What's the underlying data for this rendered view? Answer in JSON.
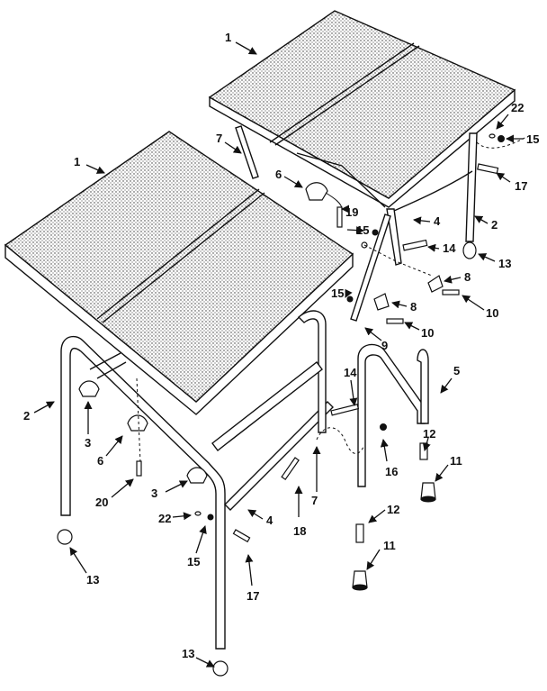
{
  "callouts": [
    {
      "id": "c1a",
      "text": "1"
    },
    {
      "id": "c1b",
      "text": "1"
    },
    {
      "id": "c7a",
      "text": "7"
    },
    {
      "id": "c6a",
      "text": "6"
    },
    {
      "id": "c19",
      "text": "19"
    },
    {
      "id": "c22a",
      "text": "22"
    },
    {
      "id": "c15a",
      "text": "15"
    },
    {
      "id": "c17a",
      "text": "17"
    },
    {
      "id": "c2a",
      "text": "2"
    },
    {
      "id": "c4a",
      "text": "4"
    },
    {
      "id": "c15b",
      "text": "15"
    },
    {
      "id": "c14a",
      "text": "14"
    },
    {
      "id": "c13a",
      "text": "13"
    },
    {
      "id": "c8a",
      "text": "8"
    },
    {
      "id": "c15c",
      "text": "15"
    },
    {
      "id": "c8b",
      "text": "8"
    },
    {
      "id": "c10a",
      "text": "10"
    },
    {
      "id": "c10b",
      "text": "10"
    },
    {
      "id": "c9",
      "text": "9"
    },
    {
      "id": "c14b",
      "text": "14"
    },
    {
      "id": "c5",
      "text": "5"
    },
    {
      "id": "c2b",
      "text": "2"
    },
    {
      "id": "c3a",
      "text": "3"
    },
    {
      "id": "c6b",
      "text": "6"
    },
    {
      "id": "c12a",
      "text": "12"
    },
    {
      "id": "c16",
      "text": "16"
    },
    {
      "id": "c11a",
      "text": "11"
    },
    {
      "id": "c20",
      "text": "20"
    },
    {
      "id": "c3b",
      "text": "3"
    },
    {
      "id": "c7b",
      "text": "7"
    },
    {
      "id": "c22b",
      "text": "22"
    },
    {
      "id": "c4b",
      "text": "4"
    },
    {
      "id": "c18",
      "text": "18"
    },
    {
      "id": "c12b",
      "text": "12"
    },
    {
      "id": "c15d",
      "text": "15"
    },
    {
      "id": "c11b",
      "text": "11"
    },
    {
      "id": "c17b",
      "text": "17"
    },
    {
      "id": "c13b",
      "text": "13"
    },
    {
      "id": "c13c",
      "text": "13"
    }
  ]
}
